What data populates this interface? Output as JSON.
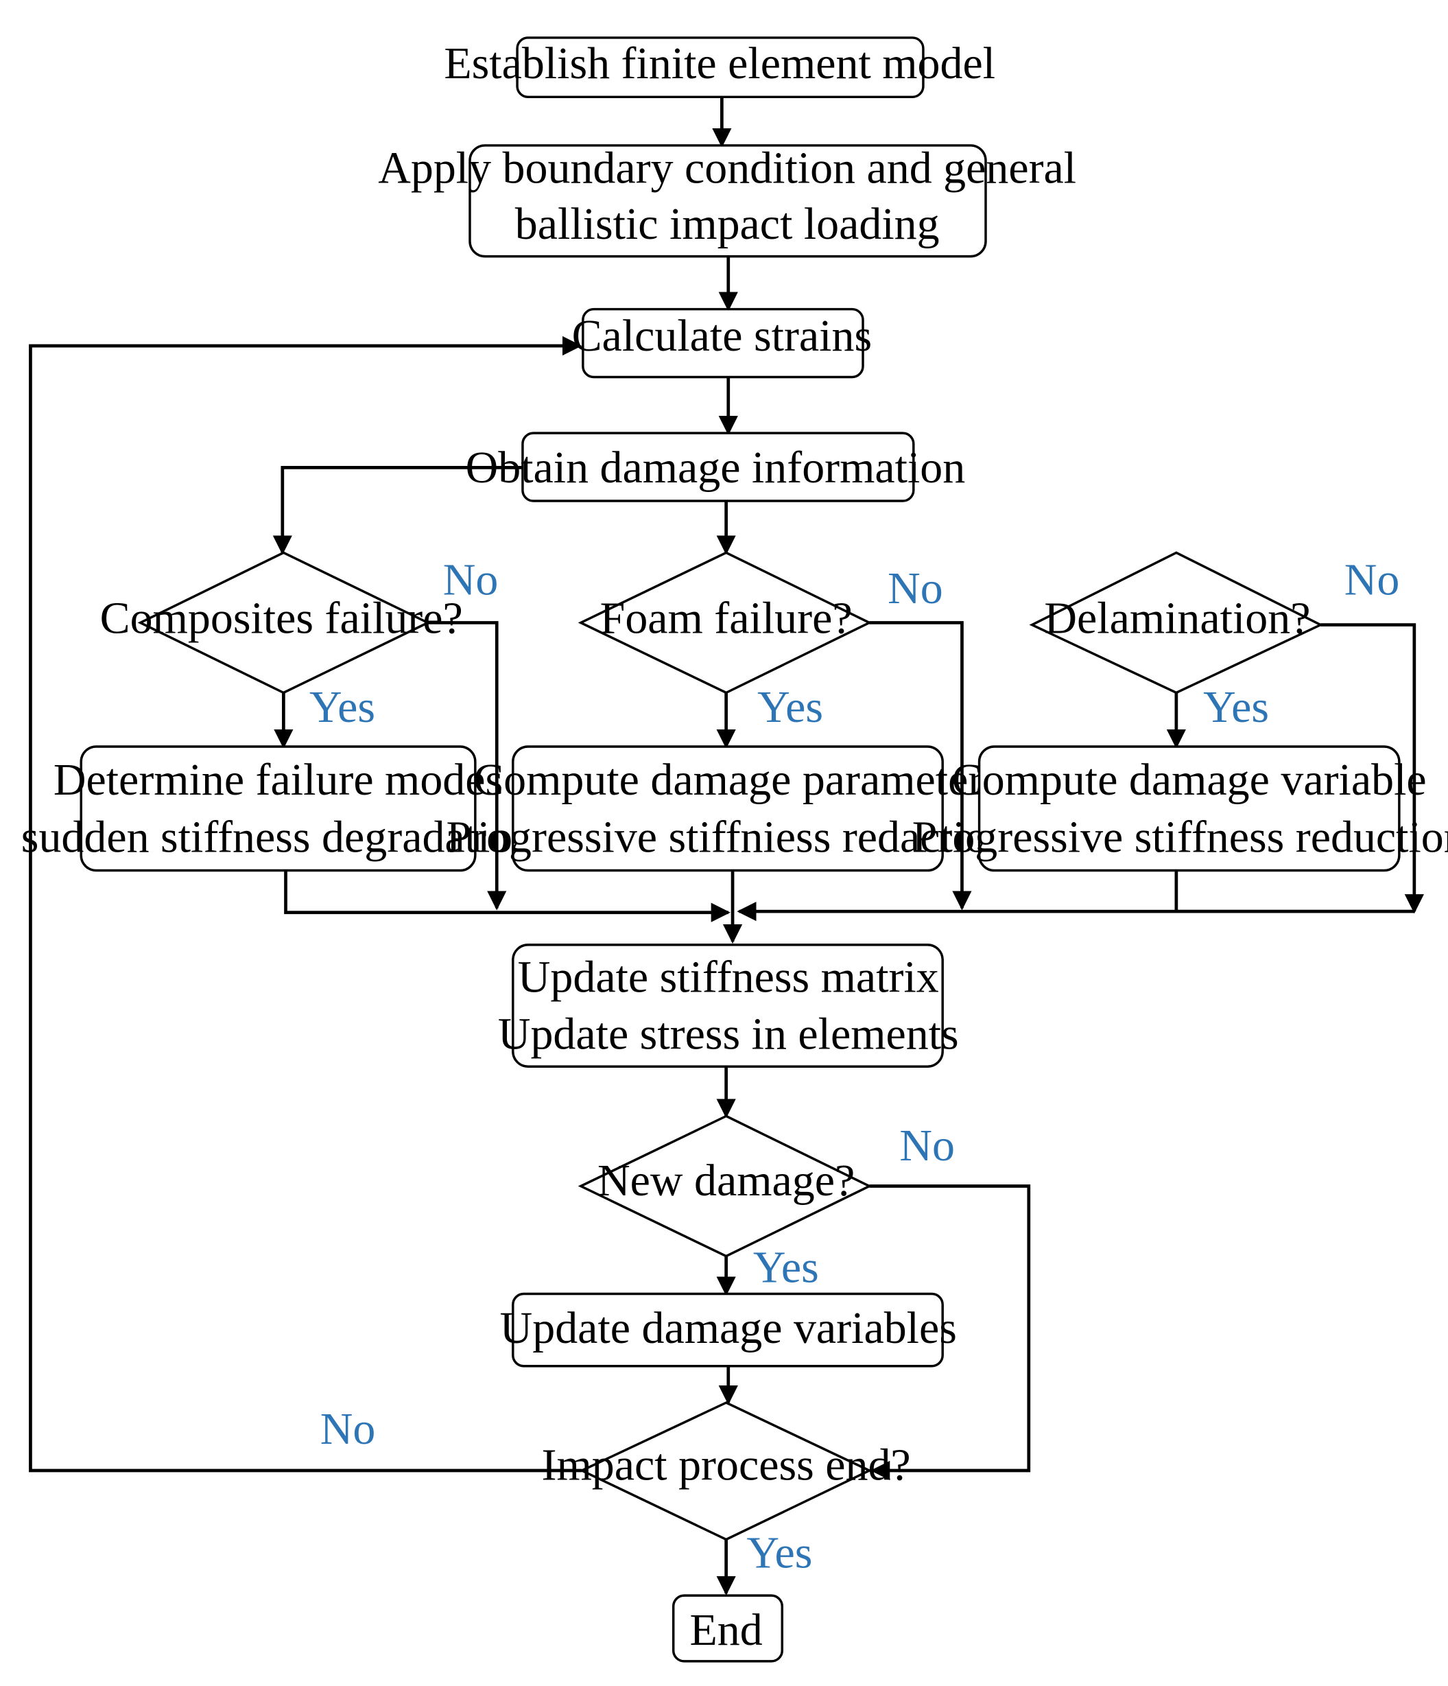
{
  "colors": {
    "line": "#000000",
    "text": "#000000",
    "branch_label": "#2e75b6"
  },
  "nodes": {
    "establish_model": {
      "line1": "Establish finite element model"
    },
    "apply_boundary": {
      "line1": "Apply boundary condition and general",
      "line2": "ballistic impact loading"
    },
    "calculate_strains": {
      "line1": "Calculate strains"
    },
    "obtain_damage": {
      "line1": "Obtain damage information"
    },
    "composites_failure": {
      "line1": "Composites failure?"
    },
    "foam_failure": {
      "line1": "Foam failure?"
    },
    "delamination": {
      "line1": "Delamination?"
    },
    "determine_modes": {
      "line1": "Determine failure modes",
      "line2": "sudden stiffness degradation"
    },
    "compute_parameter": {
      "line1": "Compute damage parameter",
      "line2": "Progressive stiffniess redaction"
    },
    "compute_variable": {
      "line1": "Compute damage variable",
      "line2": "Progressive stiffness reduction"
    },
    "update_stiffness": {
      "line1": "Update stiffness matrix",
      "line2": "Update stress in elements"
    },
    "new_damage": {
      "line1": "New damage?"
    },
    "update_variables": {
      "line1": "Update damage variables"
    },
    "impact_end": {
      "line1": "Impact process end?"
    },
    "end": {
      "line1": "End"
    }
  },
  "branch_labels": {
    "composites_no": "No",
    "composites_yes": "Yes",
    "foam_no": "No",
    "foam_yes": "Yes",
    "delamination_no": "No",
    "delamination_yes": "Yes",
    "new_damage_no": "No",
    "new_damage_yes": "Yes",
    "impact_end_no": "No",
    "impact_end_yes": "Yes"
  }
}
